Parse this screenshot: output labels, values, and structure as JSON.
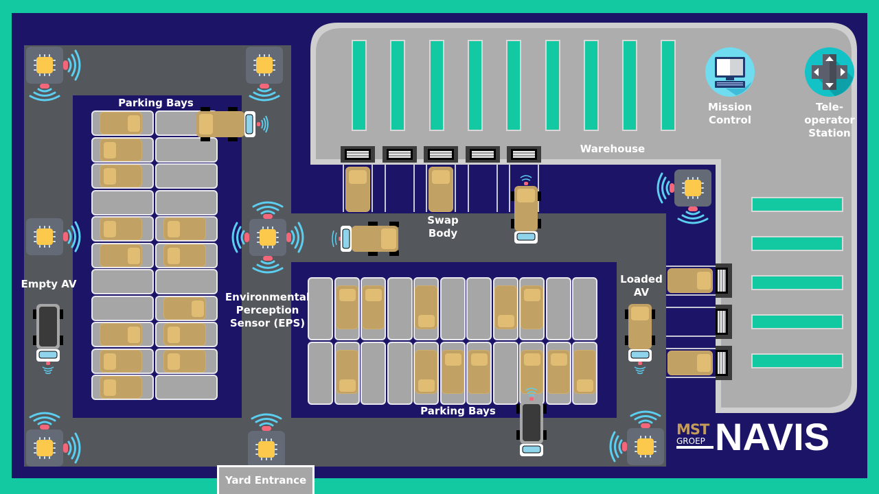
{
  "title": "NAVIS yard automation layout",
  "colors": {
    "frame": "#13c9a1",
    "background": "#1c1466",
    "road": "#54575c",
    "bay": "#a6a6a6",
    "swap_body": "#c2a164",
    "sensor_chip": "#fdc94c",
    "signal": "#5ccff0",
    "sensor_nub": "#f4667a",
    "warehouse": "#adadad"
  },
  "labels": {
    "parking_bays_left": "Parking Bays",
    "parking_bays_bottom": "Parking Bays",
    "warehouse": "Warehouse",
    "mission_control": "Mission\nControl",
    "teleoperator_station": "Tele-\noperator\nStation",
    "swap_body": "Swap\nBody",
    "empty_av": "Empty AV",
    "loaded_av": "Loaded\nAV",
    "eps": "Environmental\nPerception\nSensor (EPS)",
    "yard_entrance": "Yard Entrance"
  },
  "logo": {
    "brand_top": "MST",
    "brand_bottom": "GROEP",
    "product": "NAVIS"
  },
  "parking_left": {
    "rows": 11,
    "cols": 2,
    "occupancy": [
      [
        1,
        0
      ],
      [
        1,
        0
      ],
      [
        1,
        0
      ],
      [
        0,
        0
      ],
      [
        1,
        1
      ],
      [
        1,
        1
      ],
      [
        0,
        0
      ],
      [
        0,
        1
      ],
      [
        1,
        1
      ],
      [
        1,
        1
      ],
      [
        1,
        0
      ]
    ]
  },
  "parking_bottom": {
    "rows": 2,
    "cols": 11,
    "occupancy": [
      [
        0,
        1,
        1,
        0,
        1,
        0,
        0,
        1,
        1,
        0,
        0
      ],
      [
        0,
        1,
        0,
        0,
        1,
        1,
        1,
        0,
        1,
        1,
        1
      ]
    ]
  },
  "warehouse_docks_top": {
    "count": 5,
    "occupied": [
      1,
      0,
      1,
      0,
      1
    ]
  },
  "warehouse_docks_right": {
    "count": 3,
    "occupied": [
      1,
      0,
      1
    ]
  },
  "warehouse_racks_vertical": 9,
  "warehouse_racks_horizontal": 5
}
